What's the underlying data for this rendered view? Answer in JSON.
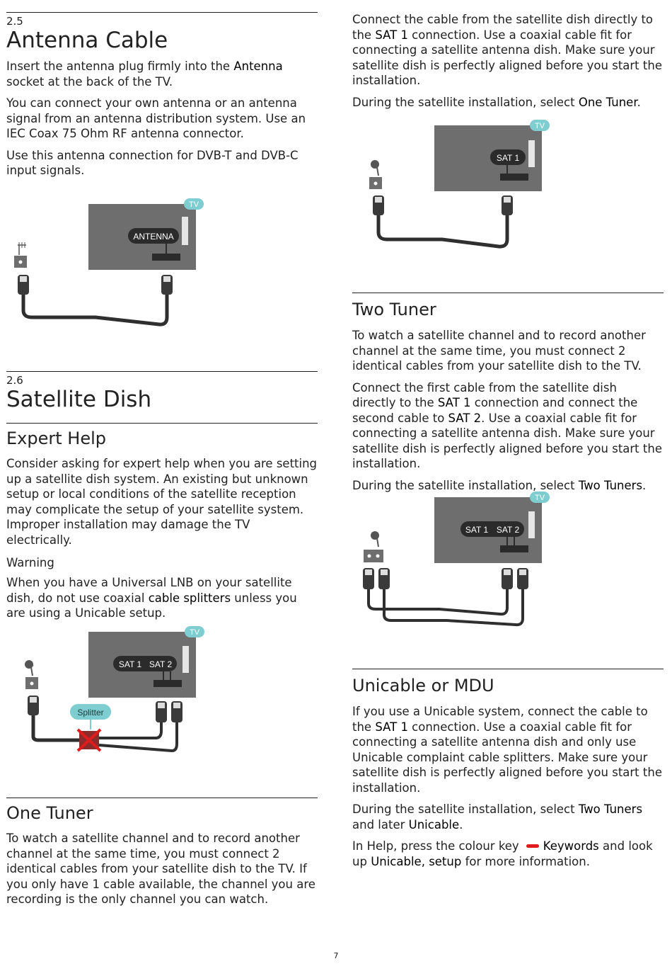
{
  "colors": {
    "tv_body": "#6e6e6e",
    "badge": "#7ecdd0",
    "label_bg": "#2b2b2b",
    "cable": "#2f2f2f",
    "red_key": "#e01b1b"
  },
  "s25": {
    "number": "2.5",
    "title": "Antenna Cable",
    "p1a": "Insert the antenna plug firmly into the ",
    "p1b": "Antenna",
    "p1c": " socket at the back of the TV.",
    "p2": "You can connect your own antenna or an antenna signal from an antenna distribution system. Use an IEC Coax 75 Ohm RF antenna connector.",
    "p3": "Use this antenna connection for DVB-T and DVB-C input signals.",
    "fig": {
      "badge": "TV",
      "label": "ANTENNA"
    }
  },
  "s26": {
    "number": "2.6",
    "title": "Satellite Dish",
    "expert": {
      "title": "Expert Help",
      "p1": "Consider asking for expert help when you are setting up a satellite dish system. An existing but unknown setup or local conditions of the satellite reception may complicate the setup of your satellite system. Improper installation may damage the TV electrically.",
      "warning": "Warning",
      "p2a": "When you have a Universal LNB on your satellite dish, do not use coaxial ",
      "p2b": "cable splitters",
      "p2c": " unless you are using a Unicable setup.",
      "fig": {
        "badge": "TV",
        "label1": "SAT 1",
        "label2": "SAT 2",
        "splitter": "Splitter"
      }
    },
    "one_tuner": {
      "title": "One Tuner",
      "p1": "To watch a satellite channel and to record another channel at the same time, you must connect 2 identical cables from your satellite dish to the TV. If you only have 1 cable available, the channel you are recording is the only channel you can watch.",
      "p2a": "Connect the cable from the satellite dish directly to the ",
      "p2b": "SAT 1",
      "p2c": " connection. Use a coaxial cable fit for connecting a satellite antenna dish. Make sure your satellite dish is perfectly aligned before you start the installation.",
      "p3a": "During the satellite installation, select ",
      "p3b": "One Tuner",
      "p3c": ".",
      "fig": {
        "badge": "TV",
        "label": "SAT 1"
      }
    },
    "two_tuner": {
      "title": "Two Tuner",
      "p1": "To watch a satellite channel and to record another channel at the same time, you must connect 2 identical cables from your satellite dish to the TV.",
      "p2a": "Connect the first cable from the satellite dish directly to the ",
      "p2b": "SAT 1",
      "p2c": " connection and connect the second cable to ",
      "p2d": "SAT 2",
      "p2e": ". Use a coaxial cable fit for connecting a satellite antenna dish. Make sure your satellite dish is perfectly aligned before you start the installation.",
      "p3a": "During the satellite installation, select ",
      "p3b": "Two Tuners",
      "p3c": ".",
      "fig": {
        "badge": "TV",
        "label1": "SAT 1",
        "label2": "SAT 2"
      }
    },
    "unicable": {
      "title": "Unicable or MDU",
      "p1a": "If you use a Unicable system, connect the cable to the ",
      "p1b": "SAT 1",
      "p1c": " connection. Use a coaxial cable fit for connecting a satellite antenna dish and only use Unicable complaint cable splitters. Make sure your satellite dish is perfectly aligned before you start the installation.",
      "p2a": "During the satellite installation, select ",
      "p2b": "Two Tuners",
      "p2c": " and later ",
      "p2d": "Unicable",
      "p2e": ".",
      "p3a": "In Help, press the colour key",
      "p3b": "Keywords",
      "p3c": " and look up ",
      "p3d": "Unicable, setup",
      "p3e": " for more information."
    }
  },
  "page_number": "7"
}
